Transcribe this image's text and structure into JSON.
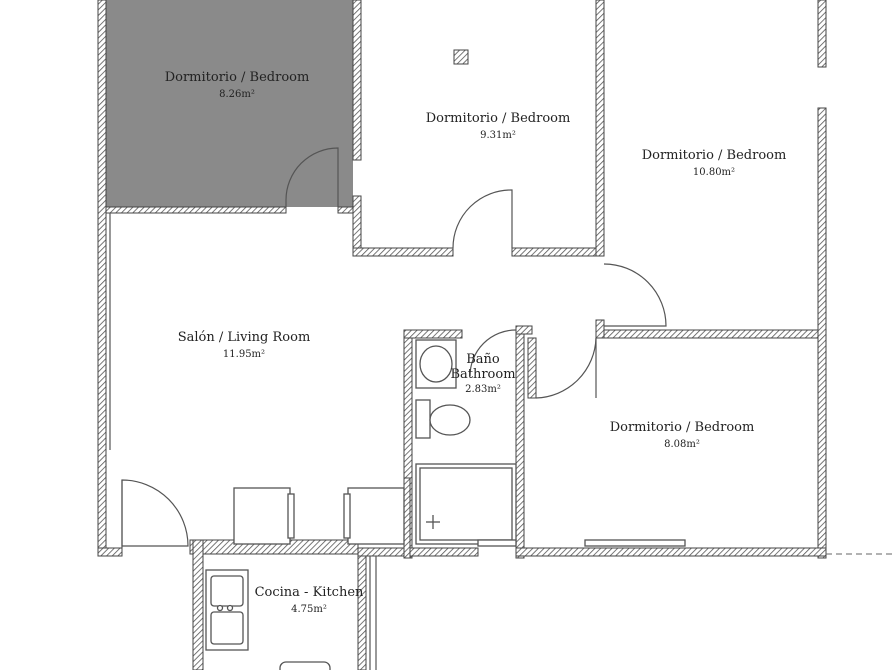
{
  "rooms": {
    "bedroom1": {
      "name": "Dormitorio / Bedroom",
      "area": "8.26m²"
    },
    "bedroom2": {
      "name": "Dormitorio / Bedroom",
      "area": "9.31m²"
    },
    "bedroom3": {
      "name": "Dormitorio / Bedroom",
      "area": "10.80m²"
    },
    "bedroom4": {
      "name": "Dormitorio / Bedroom",
      "area": "8.08m²"
    },
    "living": {
      "name": "Salón / Living Room",
      "area": "11.95m²"
    },
    "bathroom": {
      "name_top": "Baño",
      "name_bottom": "Bathroom",
      "area": "2.83m²"
    },
    "kitchen": {
      "name": "Cocina - Kitchen",
      "area": "4.75m²"
    }
  },
  "colors": {
    "highlight_room": "#8a8a8a",
    "wall": "#444444"
  }
}
